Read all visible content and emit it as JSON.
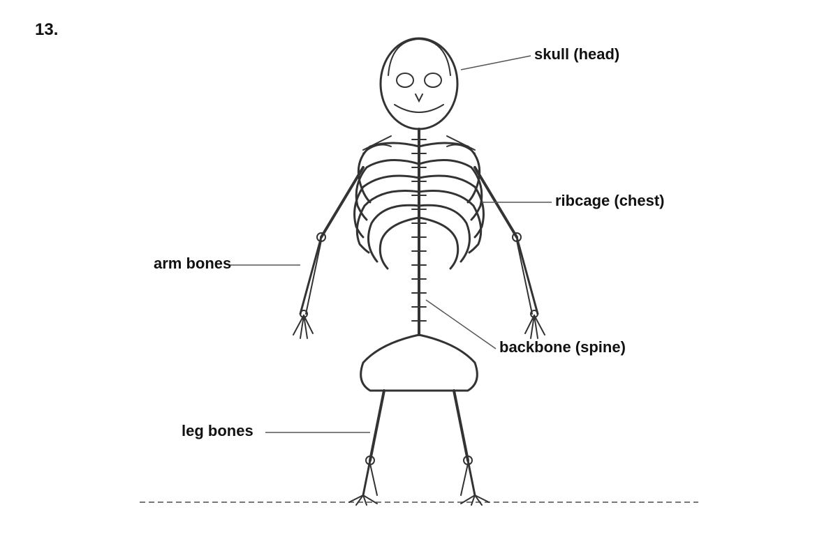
{
  "question_number": "13.",
  "labels": {
    "skull": "skull (head)",
    "ribcage": "ribcage (chest)",
    "arm": "arm bones",
    "backbone": "backbone (spine)",
    "leg": "leg bones"
  }
}
